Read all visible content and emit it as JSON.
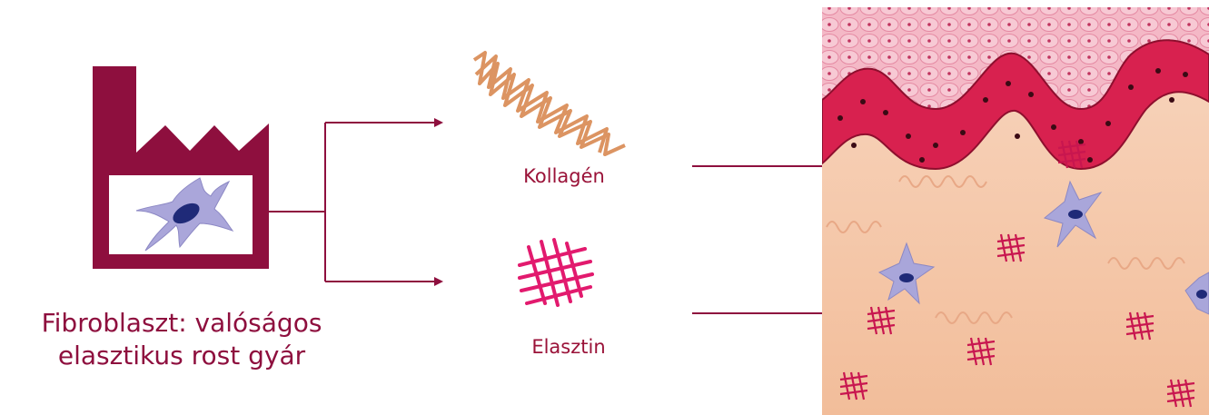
{
  "factory": {
    "caption_line1": "Fibroblaszt: valóságos",
    "caption_line2": "elasztikus rost gyár",
    "icon": "factory-icon",
    "inner_icon": "fibroblast-cell-icon"
  },
  "fibers": {
    "collagen_label": "Kollagén",
    "elastin_label": "Elasztin"
  },
  "colors": {
    "factory": "#8e0f3e",
    "arrow": "#8e0f3e",
    "collagen": "#d99060",
    "elastin": "#e21a6e",
    "fibroblast": "#a8a4d8",
    "nucleus": "#1c2a7a",
    "tissue": "#f6d2b8",
    "epidermis": "#d8204e"
  },
  "tissue_panel": {
    "icon": "skin-cross-section-illustration"
  }
}
